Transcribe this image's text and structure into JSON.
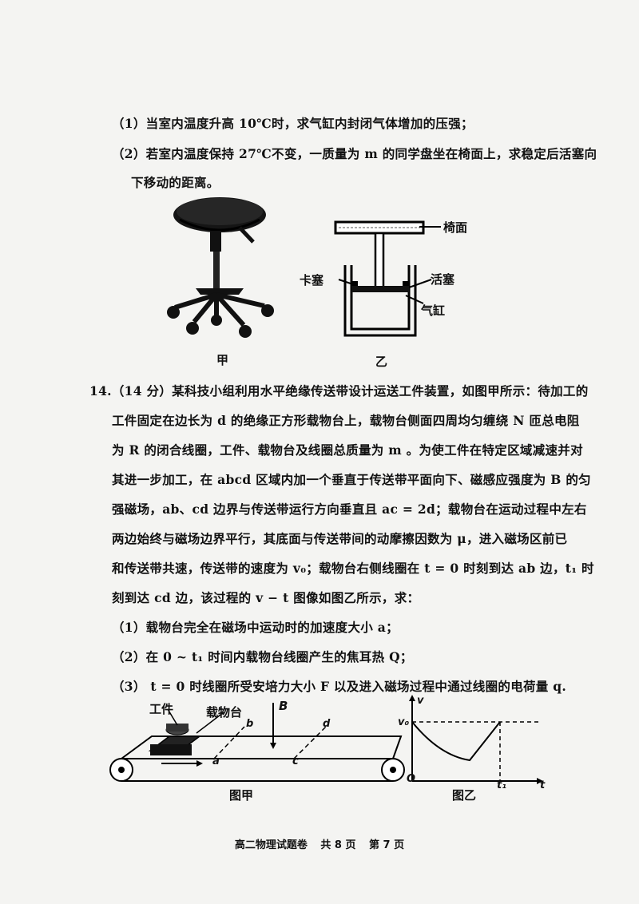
{
  "q13": {
    "part1": "（1）当室内温度升高 10℃时，求气缸内封闭气体增加的压强；",
    "part2a": "（2）若室内温度保持 27℃不变，一质量为 m 的同学盘坐在椅面上，求稳定后活塞向",
    "part2b": "下移动的距离。",
    "fig_jia_caption": "甲",
    "fig_yi_caption": "乙",
    "label_seat": "椅面",
    "label_stopper": "卡塞",
    "label_piston": "活塞",
    "label_cylinder": "气缸"
  },
  "q14": {
    "lines": [
      "14.（14 分）某科技小组利用水平绝缘传送带设计运送工件装置，如图甲所示：待加工的",
      "工件固定在边长为 d 的绝缘正方形载物台上，载物台侧面四周均匀缠绕 N 匝总电阻",
      "为 R 的闭合线圈，工件、载物台及线圈总质量为 m 。为使工件在特定区域减速并对",
      "其进一步加工，在 abcd 区域内加一个垂直于传送带平面向下、磁感应强度为 B 的匀",
      "强磁场，ab、cd 边界与传送带运行方向垂直且 ac = 2d；载物台在运动过程中左右",
      "两边始终与磁场边界平行，其底面与传送带间的动摩擦因数为 μ，进入磁场区前已",
      "和传送带共速，传送带的速度为 v₀；载物台右侧线圈在 t = 0 时刻到达 ab 边，t₁ 时",
      "刻到达 cd 边，该过程的 v − t 图像如图乙所示，求："
    ],
    "parts": [
      "（1）载物台完全在磁场中运动时的加速度大小 a；",
      "（2）在 0 ~ t₁ 时间内载物台线圈产生的焦耳热 Q；",
      "（3） t = 0 时线圈所受安培力大小 F 以及进入磁场过程中通过线圈的电荷量 q."
    ],
    "fig_jia": {
      "label_workpiece": "工件",
      "label_platform": "载物台",
      "label_B": "B",
      "label_a": "a",
      "label_b": "b",
      "label_c": "c",
      "label_d": "d",
      "caption": "图甲"
    },
    "fig_yi": {
      "label_v": "v",
      "label_v0": "v₀",
      "label_O": "O",
      "label_t1": "t₁",
      "label_t": "t",
      "caption": "图乙"
    }
  },
  "footer": {
    "title": "高二物理试题卷",
    "total": "共 8 页",
    "page": "第 7 页"
  }
}
